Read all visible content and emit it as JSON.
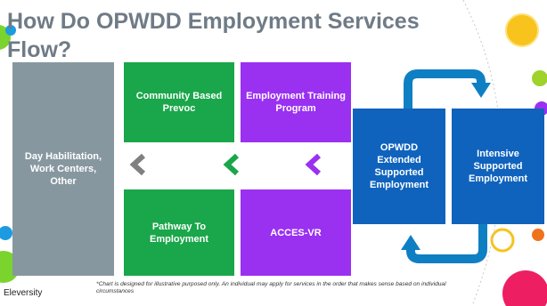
{
  "slide": {
    "title": "How Do OPWDD Employment Services Flow?",
    "footnote": "*Chart is designed for illustrative purposed only. An individual may apply for services in the order that makes sense based on individual circumstances",
    "brand": "Eleversity"
  },
  "diagram": {
    "boxes": {
      "day_hab": "Day Habilitation, Work Centers, Other",
      "community_prevoc": "Community Based Prevoc",
      "pathway": "Pathway To Employment",
      "training": "Employment Training Program",
      "acces_vr": "ACCES-VR",
      "extended": "OPWDD Extended Supported Employment",
      "intensive": "Intensive Supported Employment"
    },
    "colors": {
      "gray": "#8797a0",
      "green": "#1aa64a",
      "purple": "#9a30f0",
      "blue": "#0f63bd",
      "loop_arrow": "#0f7fc4"
    },
    "icons": [
      "chevron-left-gray",
      "chevron-left-green",
      "chevron-left-purple",
      "loop-arrow-top",
      "loop-arrow-bottom"
    ]
  }
}
